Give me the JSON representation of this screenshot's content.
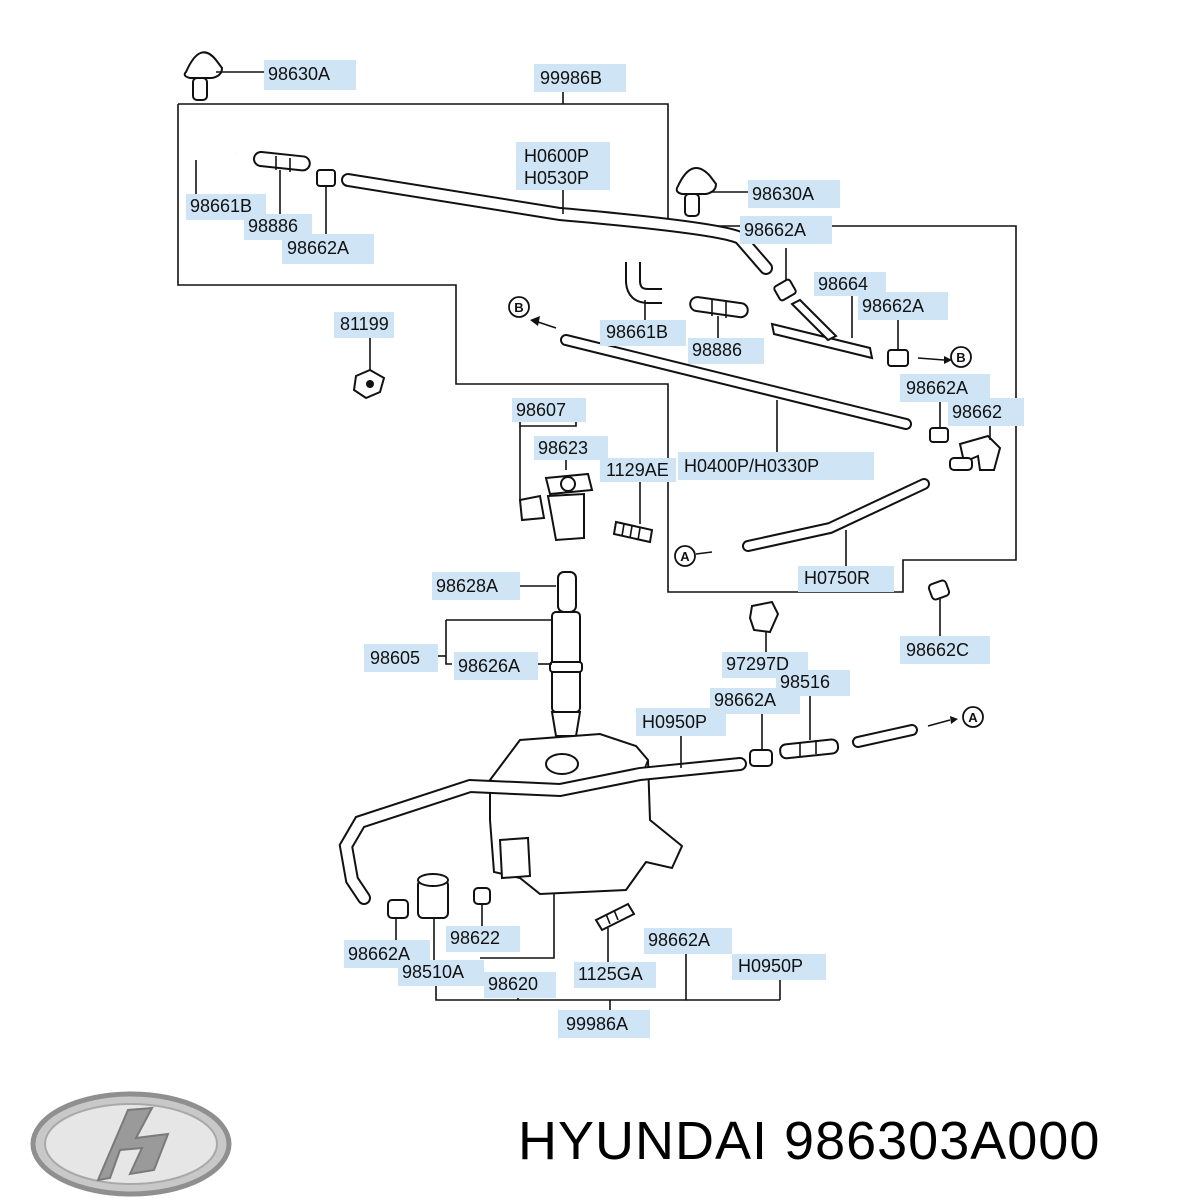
{
  "brand": "HYUNDAI",
  "part_number": "986303A000",
  "callouts": {
    "c_98630A_top": "98630A",
    "c_99986B": "99986B",
    "c_H0600P": "H0600P",
    "c_H0530P": "H0530P",
    "c_98630A_right": "98630A",
    "c_98661B_left": "98661B",
    "c_98886_left": "98886",
    "c_98662A_left": "98662A",
    "c_98662A_upper": "98662A",
    "c_98664": "98664",
    "c_98662A_mid": "98662A",
    "c_81199": "81199",
    "c_98661B_mid": "98661B",
    "c_98886_mid": "98886",
    "c_98662A_r2": "98662A",
    "c_98662": "98662",
    "c_98607": "98607",
    "c_98623": "98623",
    "c_1129AE": "1129AE",
    "c_H0400P": "H0400P/H0330P",
    "c_H0750R": "H0750R",
    "c_98628A": "98628A",
    "c_98605": "98605",
    "c_98626A": "98626A",
    "c_97297D": "97297D",
    "c_98662C": "98662C",
    "c_98516": "98516",
    "c_98662A_tank": "98662A",
    "c_H0950P_top": "H0950P",
    "c_98662A_bl": "98662A",
    "c_98622": "98622",
    "c_98510A": "98510A",
    "c_98620": "98620",
    "c_1125GA": "1125GA",
    "c_98662A_br": "98662A",
    "c_H0950P_br": "H0950P",
    "c_99986A": "99986A"
  },
  "ref_markers": {
    "a": "A",
    "b": "B"
  },
  "colors": {
    "label_fill": "#cfe4f5",
    "line": "#111111",
    "logo": "#9a9a9a"
  }
}
